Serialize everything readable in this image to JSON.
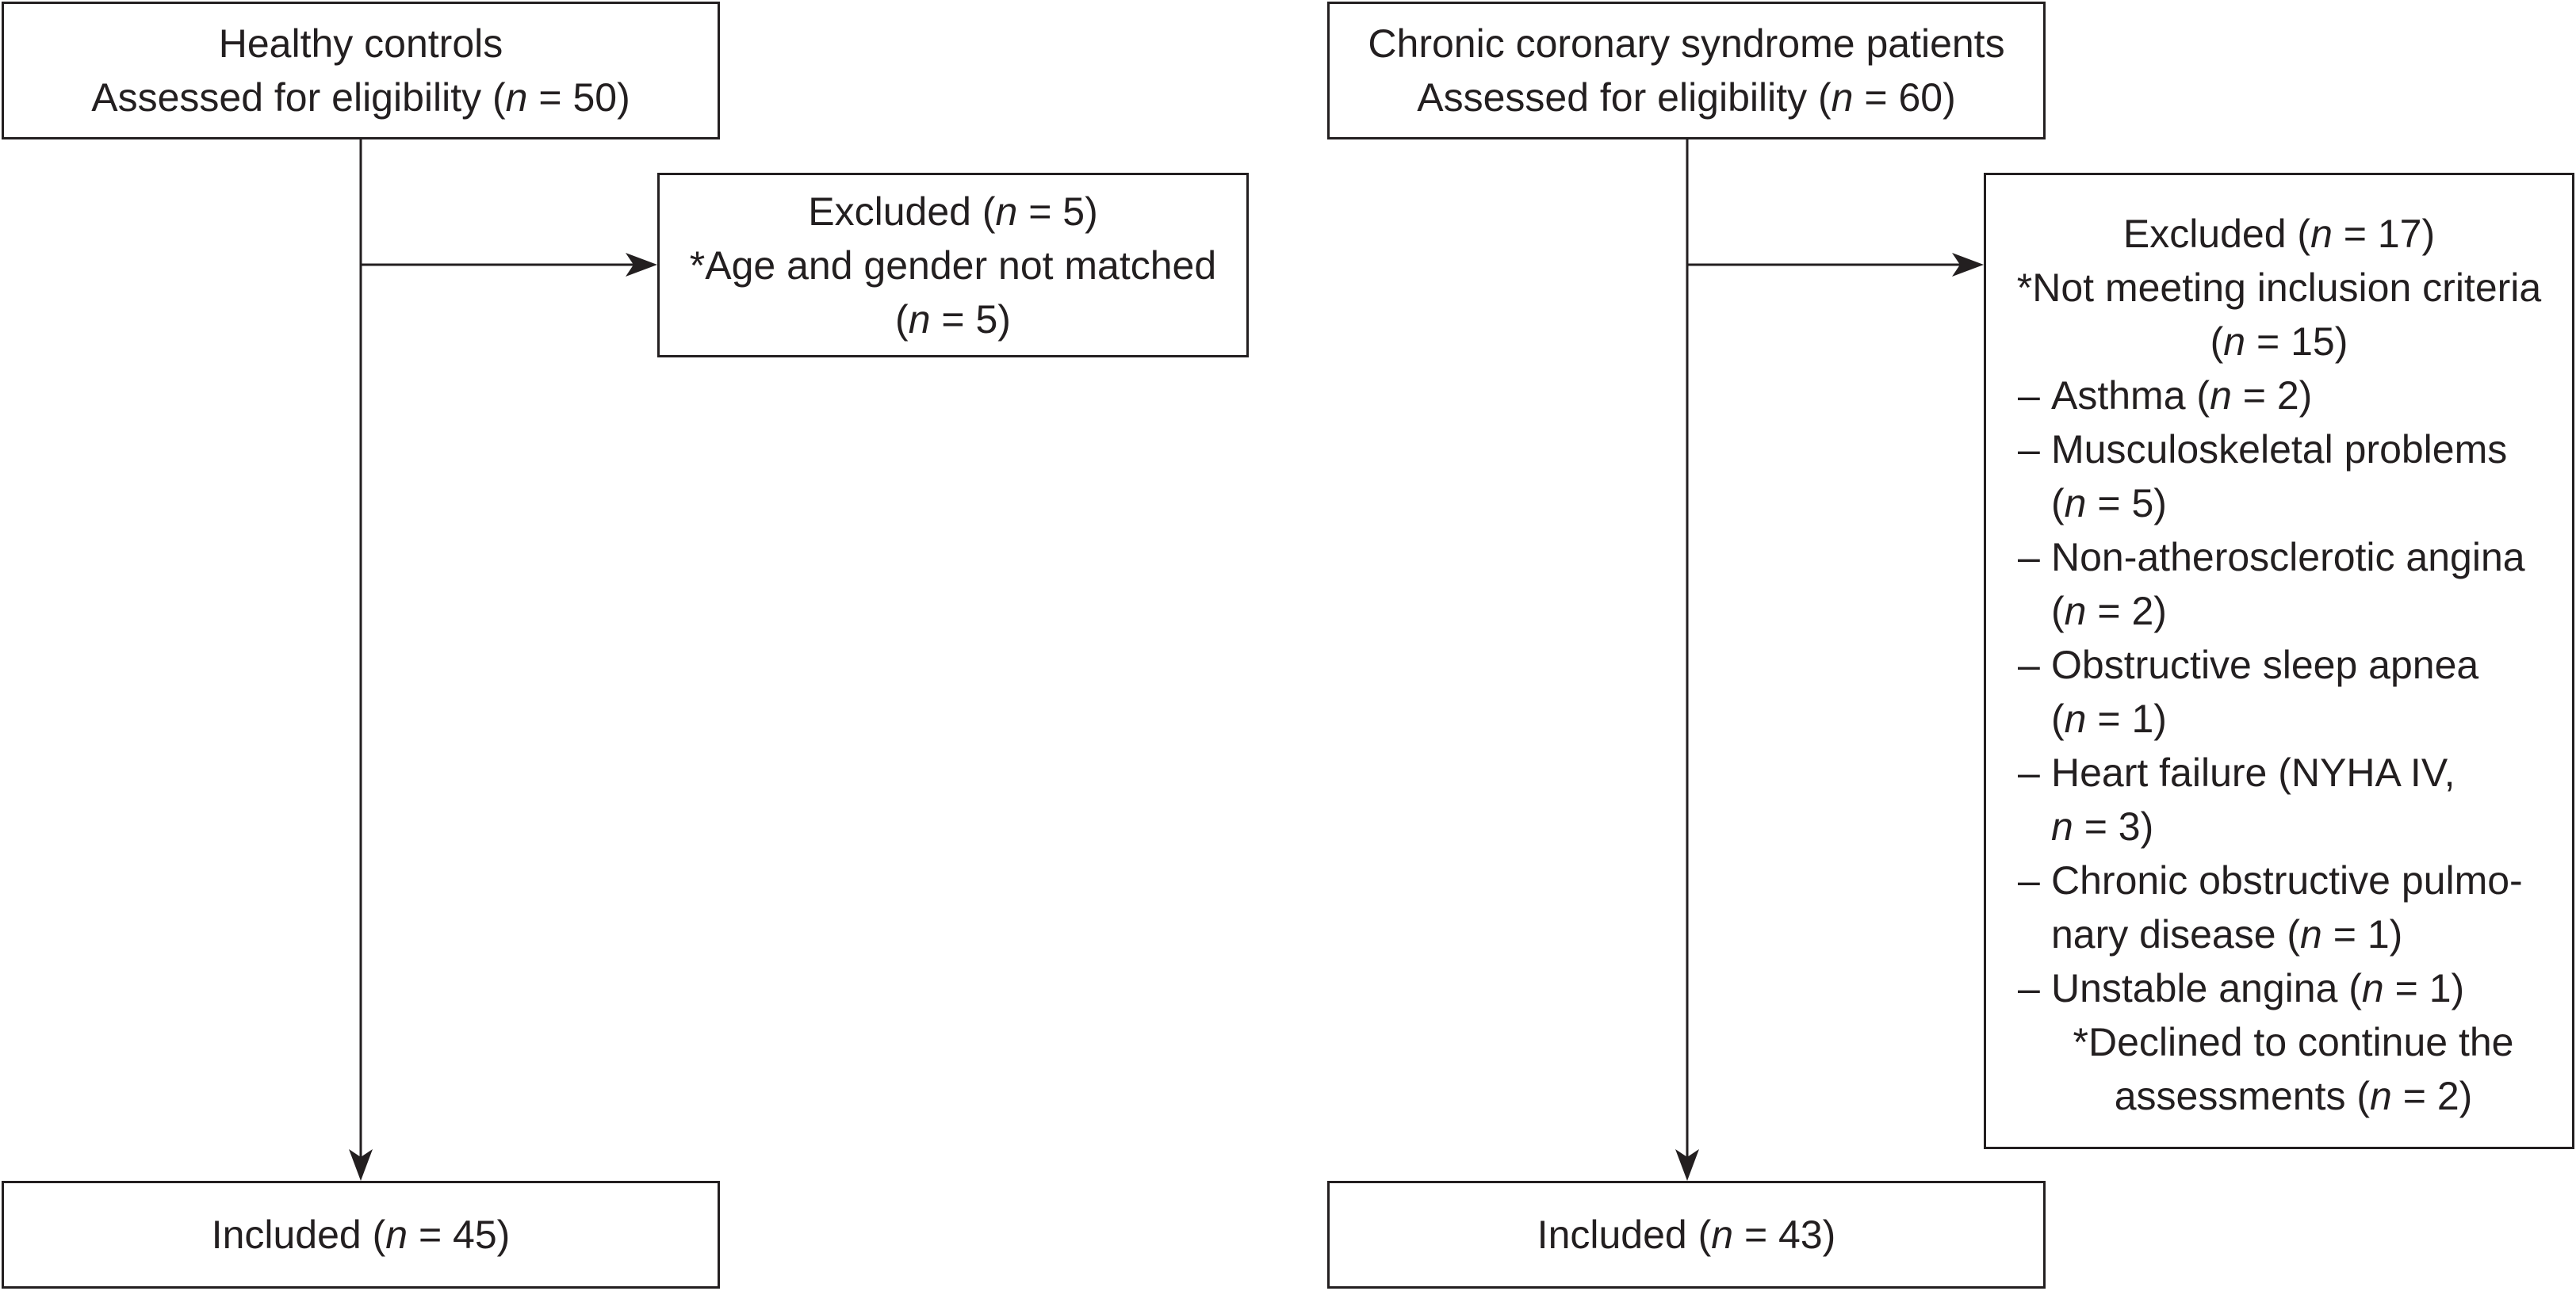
{
  "healthy_controls": {
    "title": "Healthy controls",
    "assessed_prefix": "Assessed for eligibility (",
    "n_symbol": "n",
    "assessed_suffix": " = 50)",
    "excluded": {
      "title_prefix": "Excluded (",
      "title_suffix": " = 5)",
      "reason": "*Age and gender not matched",
      "reason_n_prefix": "(",
      "reason_n_suffix": " = 5)"
    },
    "included_prefix": "Included (",
    "included_suffix": " = 45)"
  },
  "ccs_patients": {
    "title": "Chronic coronary syndrome patients",
    "assessed_prefix": "Assessed for eligibility (",
    "n_symbol": "n",
    "assessed_suffix": " = 60)",
    "excluded": {
      "title_prefix": "Excluded (",
      "title_suffix": " = 17)",
      "criteria_heading": "*Not meeting inclusion criteria",
      "criteria_n_prefix": "(",
      "criteria_n_suffix": " = 15)",
      "dash": "–",
      "items": [
        {
          "line1_prefix": "Asthma (",
          "line1_suffix": " = 2)"
        },
        {
          "line1": "Musculoskeletal problems",
          "line2_prefix": "(",
          "line2_suffix": " = 5)"
        },
        {
          "line1": "Non-atherosclerotic angina",
          "line2_prefix": "(",
          "line2_suffix": " = 2)"
        },
        {
          "line1": "Obstructive sleep apnea",
          "line2_prefix": "(",
          "line2_suffix": " = 1)"
        },
        {
          "line1": "Heart failure (NYHA IV,",
          "line2_prefix": "",
          "line2_suffix": " = 3)"
        },
        {
          "line1": "Chronic obstructive pulmo-",
          "line2_prefix": "nary disease (",
          "line2_suffix": " = 1)"
        },
        {
          "line1_prefix": "Unstable angina (",
          "line1_suffix": " = 1)"
        }
      ],
      "declined_line1": "*Declined to continue the",
      "declined_prefix": "assessments (",
      "declined_suffix": " = 2)"
    },
    "included_prefix": "Included (",
    "included_suffix": " = 43)"
  }
}
